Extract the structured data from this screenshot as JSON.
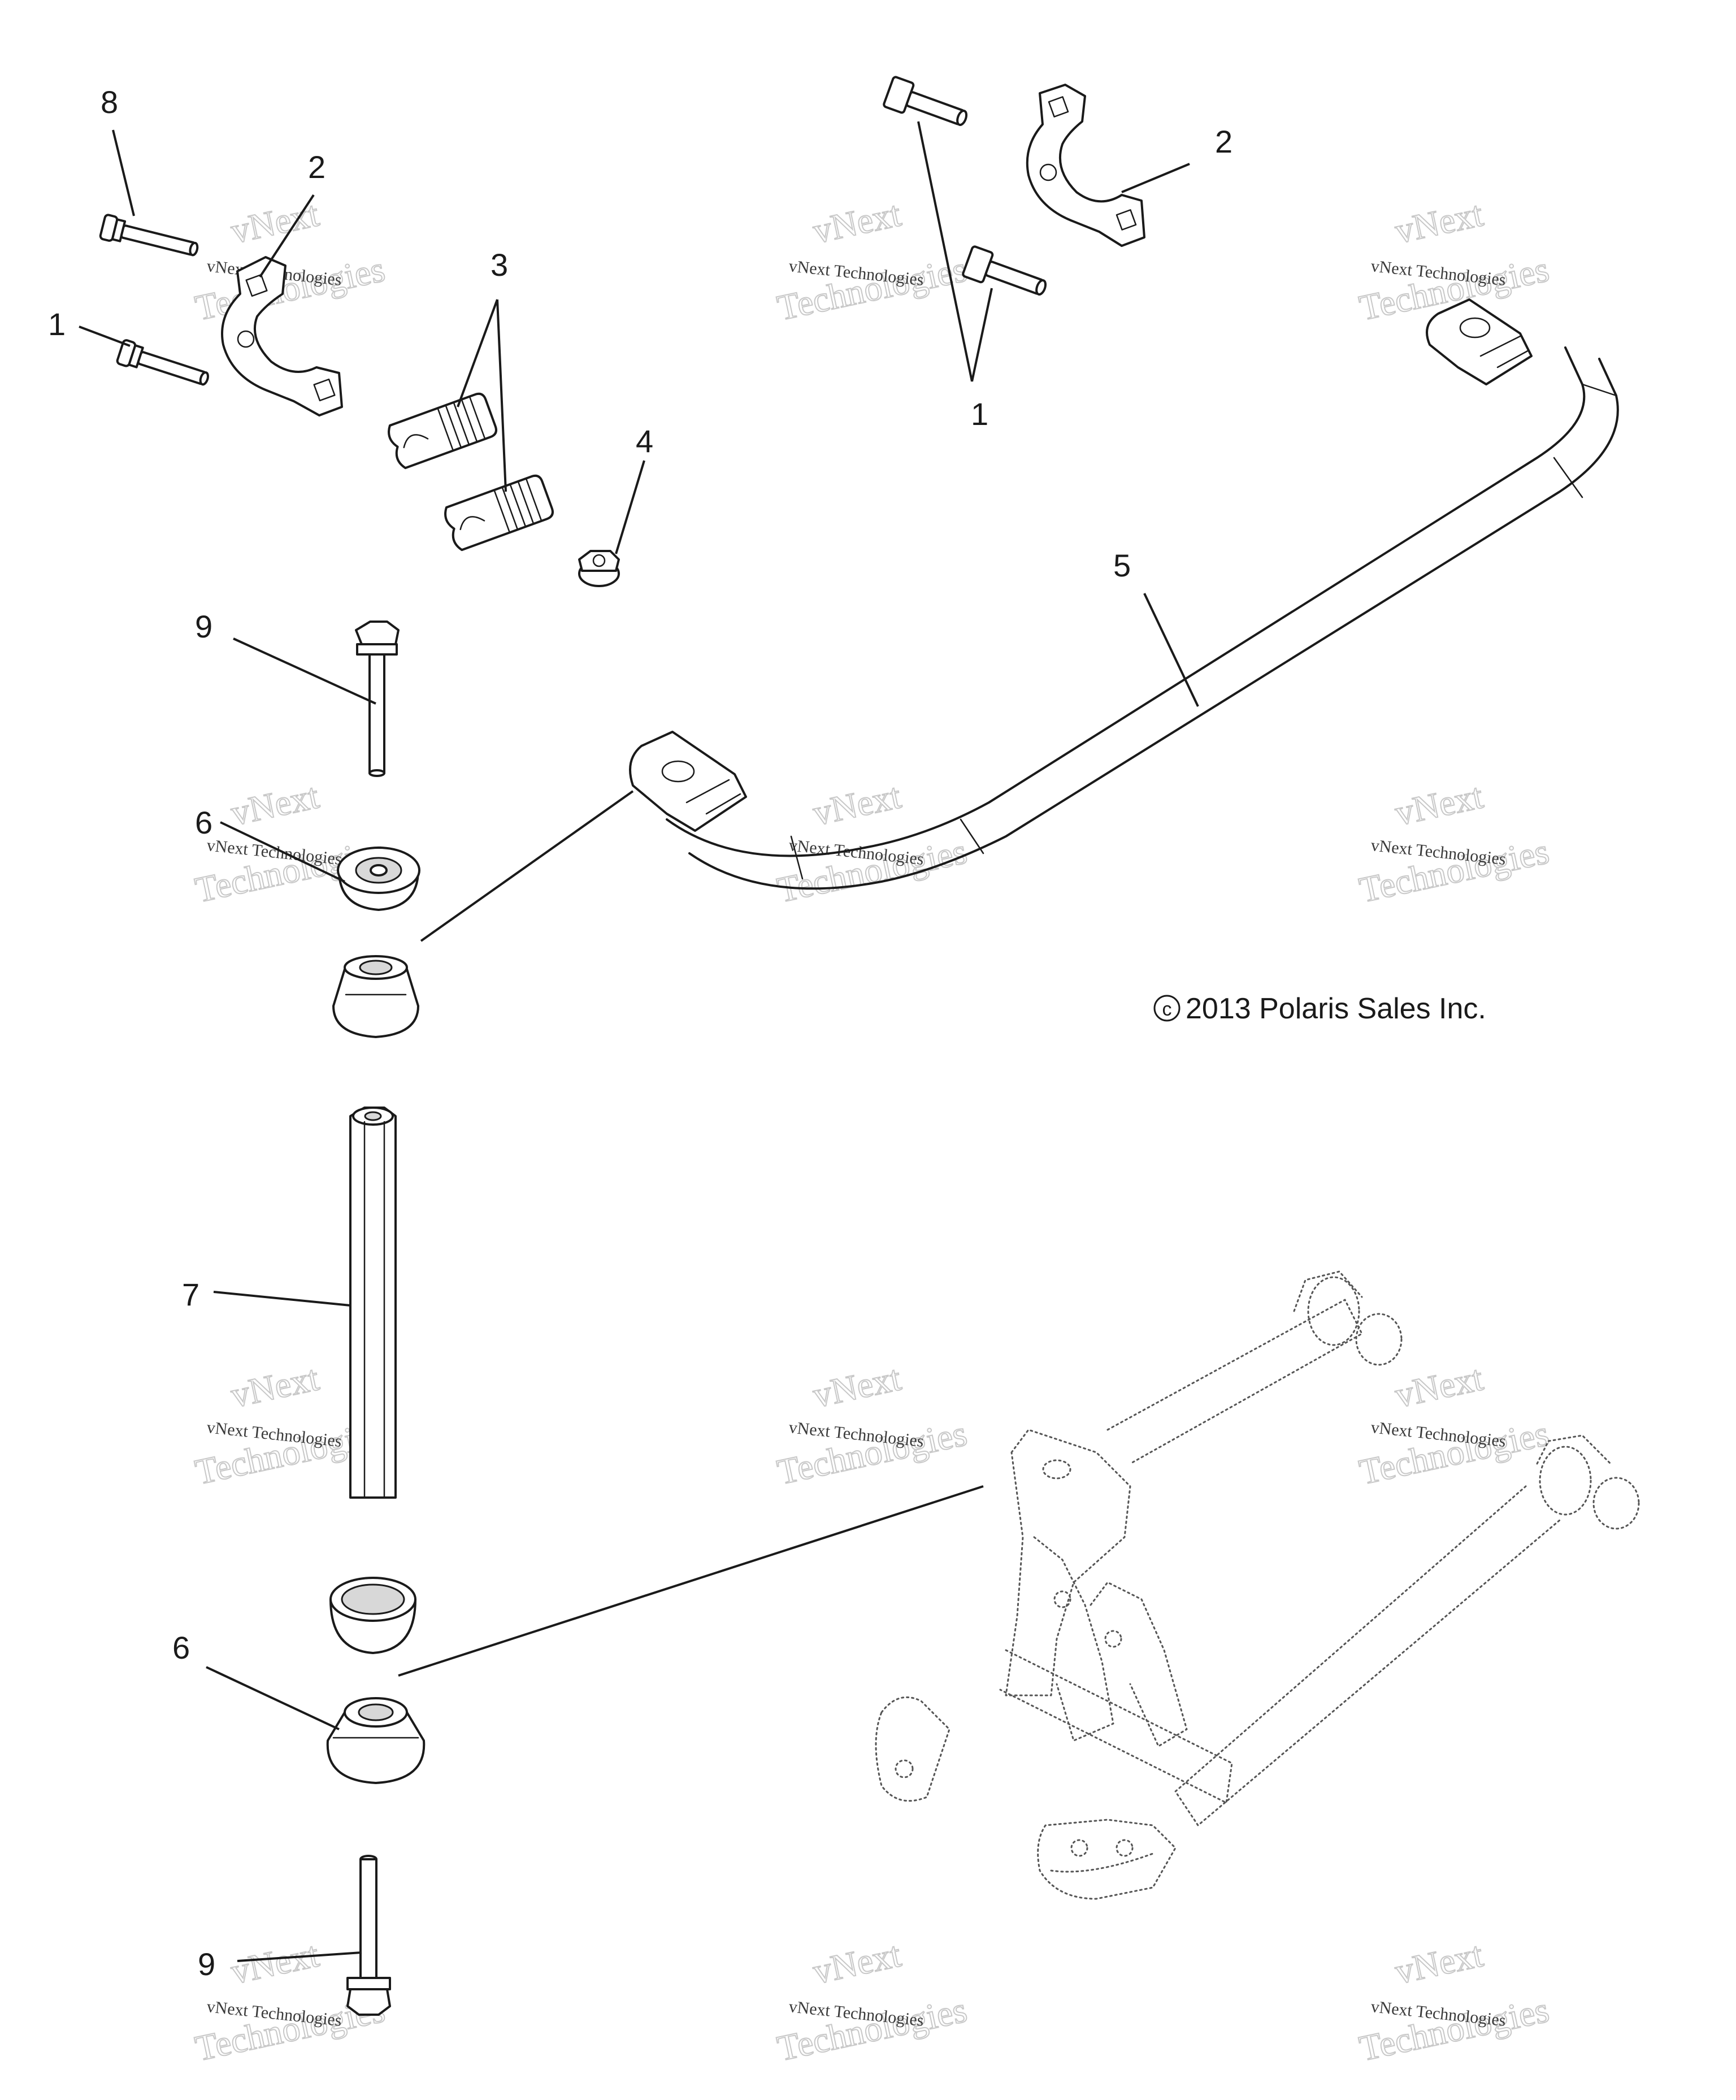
{
  "callouts": {
    "c8": "8",
    "c2_left": "2",
    "c1_left": "1",
    "c3": "3",
    "c4": "4",
    "c1_right": "1",
    "c2_right": "2",
    "c5": "5",
    "c9_top": "9",
    "c6_top": "6",
    "c7": "7",
    "c6_bottom": "6",
    "c9_bottom": "9"
  },
  "copyright": "2013 Polaris Sales Inc.",
  "copyright_symbol": "c",
  "watermark": {
    "line1": "vNext",
    "line2": "vNext Technologies",
    "line3": "Technologies"
  }
}
